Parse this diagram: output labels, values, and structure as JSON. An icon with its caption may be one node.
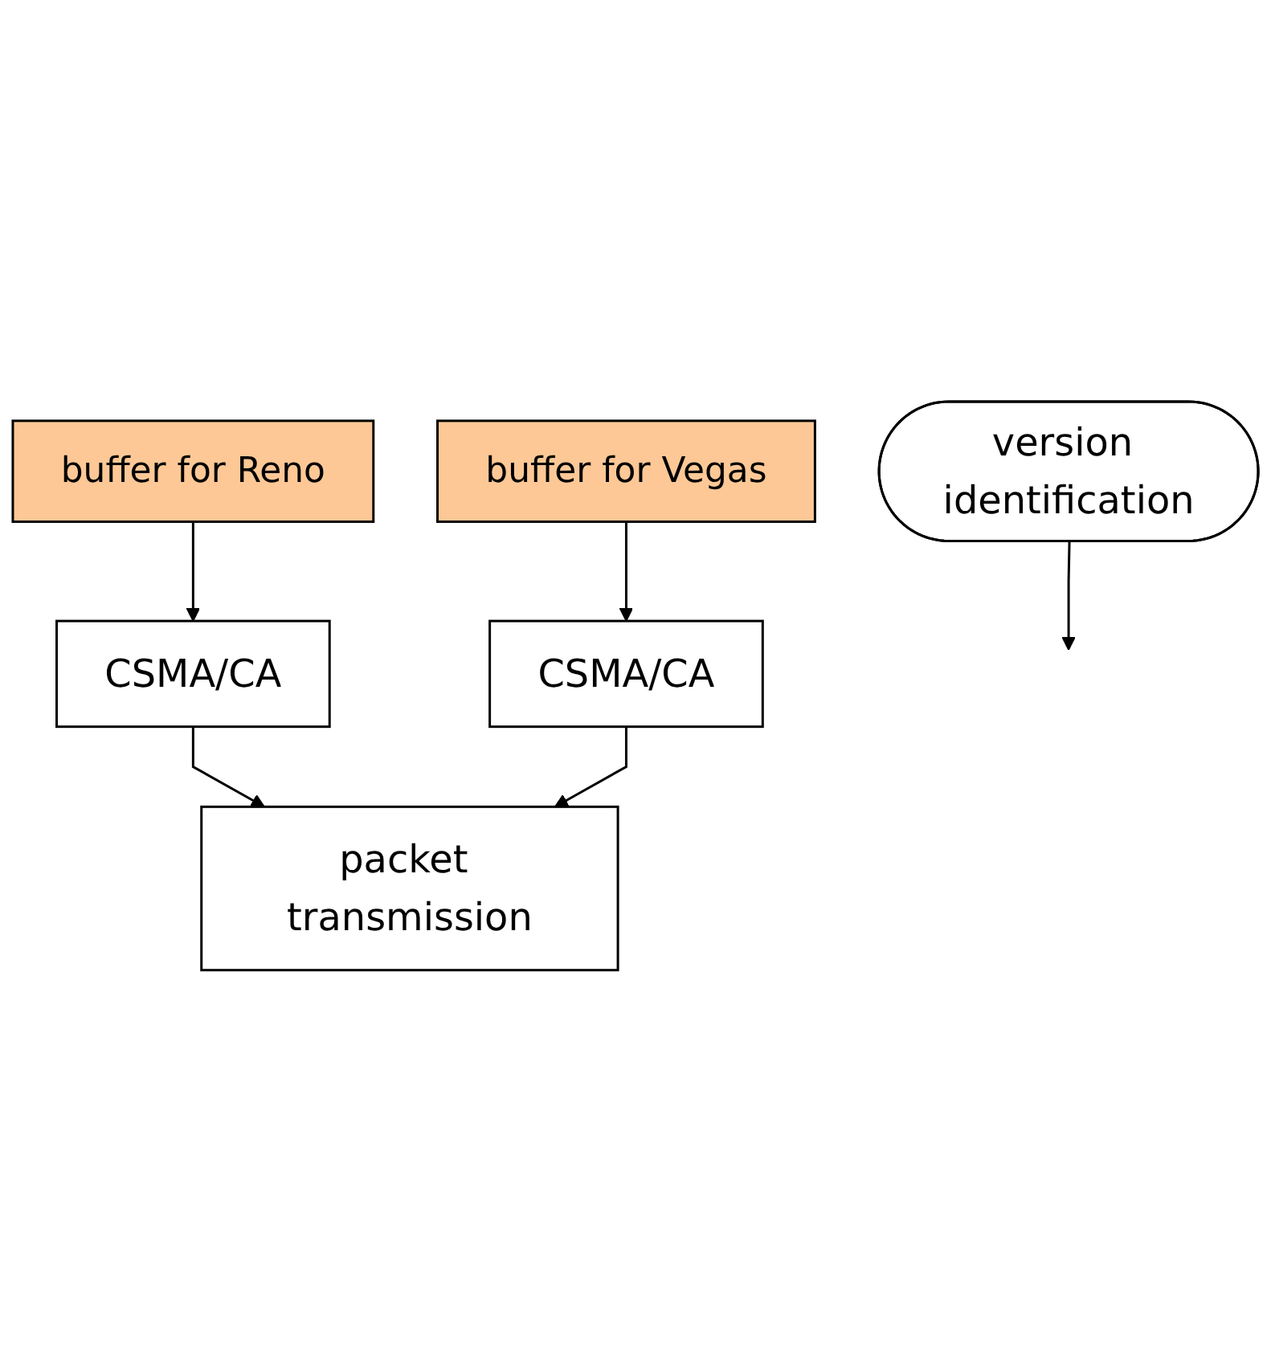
{
  "diagram": {
    "nodes": [
      {
        "text": [
          "version identification"
        ]
      },
      {
        "text": [
          "buffer for Reno"
        ]
      },
      {
        "text": [
          "buffer for Vegas"
        ]
      },
      {
        "text": [
          "CSMA/CA"
        ]
      },
      {
        "text": [
          "CSMA/CA"
        ]
      },
      {
        "text": [
          "packet transmission"
        ]
      }
    ],
    "edges": [
      {
        "from": 0,
        "to": null,
        "arrow": "to"
      },
      {
        "from": 1,
        "to": 3,
        "arrow": "to"
      },
      {
        "from": 2,
        "to": 4,
        "arrow": "to"
      },
      {
        "from": 3,
        "to": 5,
        "arrow": "to"
      },
      {
        "from": 4,
        "to": 5,
        "arrow": "to"
      }
    ]
  }
}
